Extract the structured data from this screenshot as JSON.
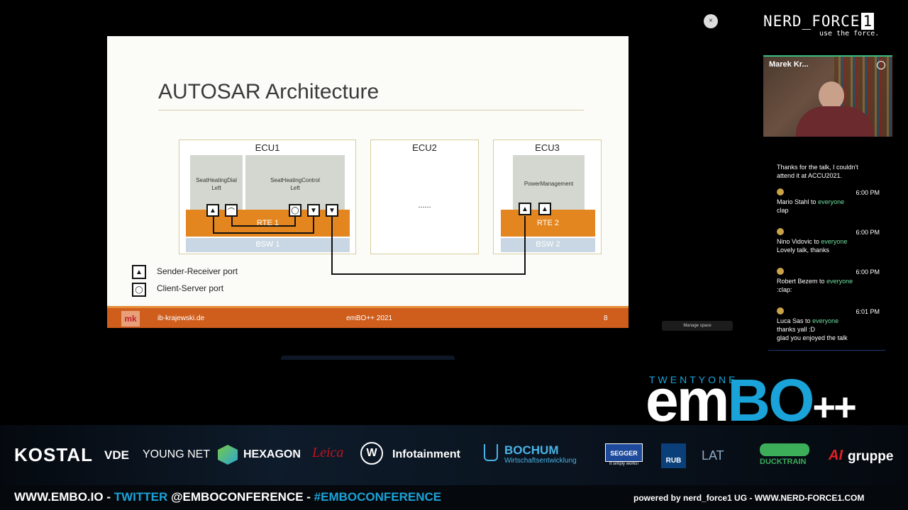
{
  "slide": {
    "title": "AUTOSAR Architecture",
    "ecu1": {
      "label": "ECU1",
      "swc_left": "SeatHeatingDial\nLeft",
      "swc_right": "SeatHeatingControl\nLeft",
      "rte": "RTE 1",
      "bsw": "BSW 1"
    },
    "ecu2": {
      "label": "ECU2",
      "dots": "......"
    },
    "ecu3": {
      "label": "ECU3",
      "swc": "PowerManagement",
      "rte": "RTE 2",
      "bsw": "BSW 2"
    },
    "legend": [
      {
        "symbol": "▲",
        "label": "Sender-Receiver port"
      },
      {
        "symbol": "◯",
        "label": "Client-Server port"
      }
    ],
    "footer": {
      "logo": "mk",
      "site": "ib-krajewski.de",
      "event": "emBO++ 2021",
      "page": "8"
    }
  },
  "overlay": {
    "manage_space": "Manage space",
    "close": "×"
  },
  "brand": {
    "name": "NERD_FORCE",
    "digit": "1",
    "tagline": "use the force."
  },
  "video": {
    "name": "Marek Kr..."
  },
  "chat": {
    "intro": "Thanks for the talk, I couldn't attend it at ACCU2021.",
    "messages": [
      {
        "time": "6:00 PM",
        "sender": "Mario Stahl",
        "to": "to",
        "recipient": "everyone",
        "text": "clap"
      },
      {
        "time": "6:00 PM",
        "sender": "Nino Vidovic",
        "to": "to",
        "recipient": "everyone",
        "text": "Lovely talk, thanks"
      },
      {
        "time": "6:00 PM",
        "sender": "Robert Bezem",
        "to": "to",
        "recipient": "everyone",
        "text": ":clap:"
      },
      {
        "time": "6:01 PM",
        "sender": "Luca Sas",
        "to": "to",
        "recipient": "everyone",
        "text": "thanks yall :D",
        "text2": "glad you enjoyed the talk"
      }
    ]
  },
  "embo": {
    "twentyone": "TWENTYONE",
    "em": "em",
    "bo": "BO",
    "pp": "++"
  },
  "sponsors": [
    "KOSTAL",
    "VDE",
    "YOUNG NET",
    "HEXAGON",
    "Leica",
    "Infotainment",
    "BOCHUM",
    "Wirtschaftsentwicklung",
    "SEGGER",
    "It simply works!",
    "RUB",
    "LAT",
    "DUCKTRAIN",
    "AI",
    "gruppe"
  ],
  "bottom": {
    "left_a": "WWW.EMBO.IO - ",
    "left_b": "TWITTER ",
    "left_c": "@EMBOCONFERENCE - ",
    "left_d": "#EMBOCONFERENCE",
    "right": "powered by nerd_force1 UG - WWW.NERD-FORCE1.COM"
  },
  "colors": {
    "accent_blue": "#1aa3d9",
    "orange": "#e4861f",
    "chat_green": "#6fe0a0"
  }
}
